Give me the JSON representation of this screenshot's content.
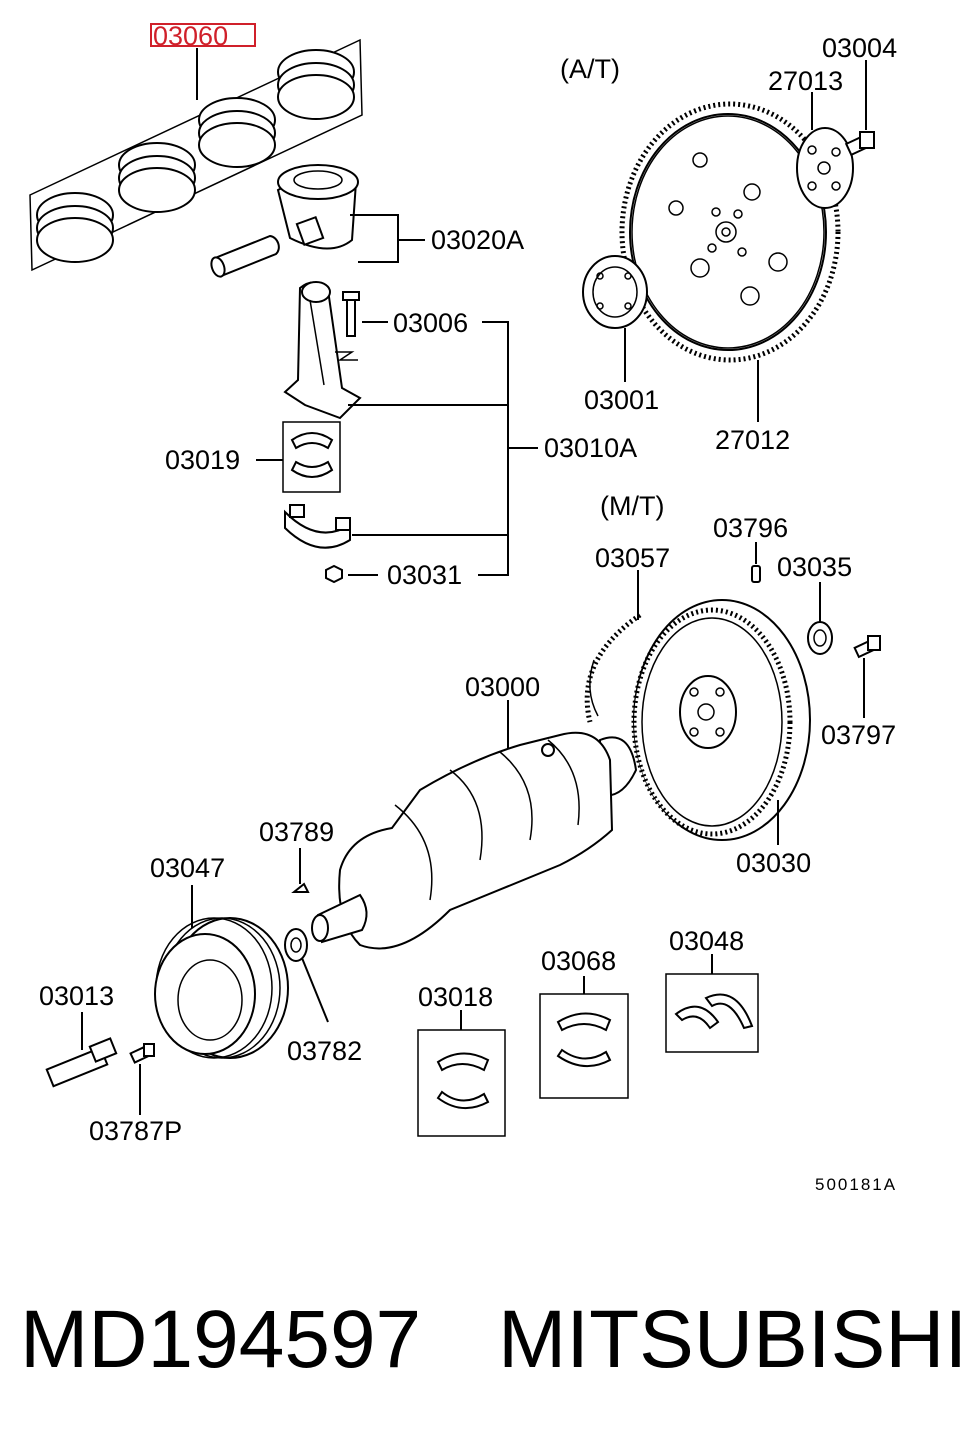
{
  "labels": {
    "p03060": "03060",
    "p03020A": "03020A",
    "p03006": "03006",
    "p03010A": "03010A",
    "p03019": "03019",
    "p03031": "03031",
    "at": "(A/T)",
    "p03004": "03004",
    "p27013": "27013",
    "p03001": "03001",
    "p27012": "27012",
    "mt": "(M/T)",
    "p03796": "03796",
    "p03057": "03057",
    "p03035": "03035",
    "p03797": "03797",
    "p03000": "03000",
    "p03030": "03030",
    "p03789": "03789",
    "p03047": "03047",
    "p03013": "03013",
    "p03782": "03782",
    "p03018": "03018",
    "p03068": "03068",
    "p03048": "03048",
    "p03787P": "03787P",
    "drawing_no": "500181A"
  },
  "footer": {
    "part_number": "MD194597",
    "brand": "MITSUBISHI"
  },
  "colors": {
    "highlight": "#d0202a",
    "ink": "#000000"
  }
}
